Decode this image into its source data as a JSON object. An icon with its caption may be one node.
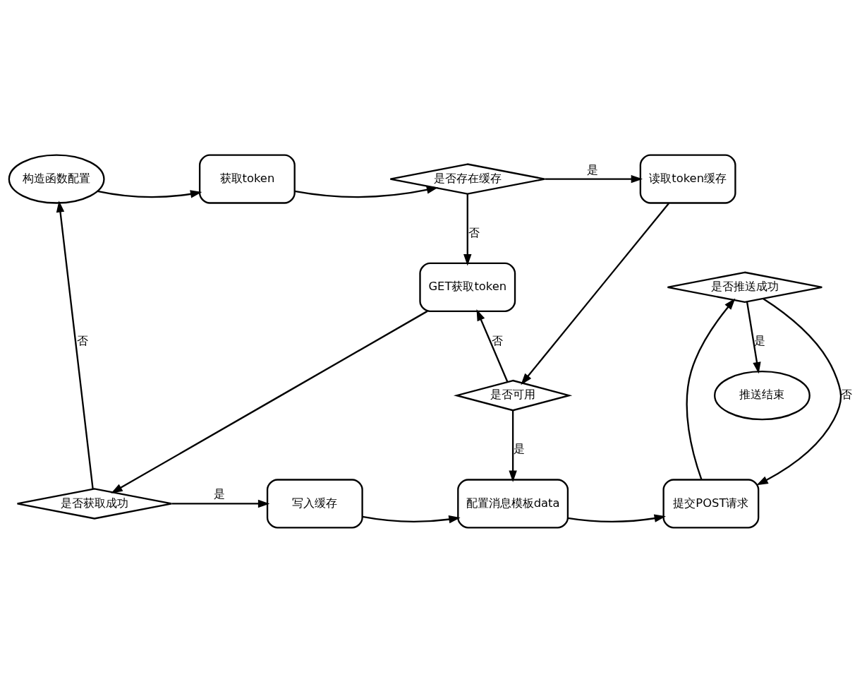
{
  "diagram": {
    "nodes": [
      {
        "text": [
          "构造函数配置"
        ]
      },
      {
        "text": [
          "获取token"
        ]
      },
      {
        "text": [
          "是否存在缓存"
        ]
      },
      {
        "text": [
          "读取token缓存"
        ]
      },
      {
        "text": [
          "是否可用"
        ]
      },
      {
        "text": [
          "GET获取token"
        ]
      },
      {
        "text": [
          "是否获取成功"
        ]
      },
      {
        "text": [
          "写入缓存"
        ]
      },
      {
        "text": [
          "配置消息模板data"
        ]
      },
      {
        "text": [
          "提交POST请求"
        ]
      },
      {
        "text": [
          "是否推送成功"
        ]
      },
      {
        "text": [
          "推送结束"
        ]
      }
    ],
    "edges": [
      {
        "from": 0,
        "to": 1,
        "arrow": "to"
      },
      {
        "from": 1,
        "to": 2,
        "arrow": "to"
      },
      {
        "from": 2,
        "to": 3,
        "arrow": "to",
        "label": "是"
      },
      {
        "from": 2,
        "to": 5,
        "arrow": "to",
        "label": "否"
      },
      {
        "from": 3,
        "to": 4,
        "arrow": "to"
      },
      {
        "from": 4,
        "to": 8,
        "arrow": "to",
        "label": "是"
      },
      {
        "from": 4,
        "to": 5,
        "arrow": "to",
        "label": "否"
      },
      {
        "from": 5,
        "to": 6,
        "arrow": "to"
      },
      {
        "from": 6,
        "to": 7,
        "arrow": "to",
        "label": "是"
      },
      {
        "from": 6,
        "to": 0,
        "arrow": "to",
        "label": "否"
      },
      {
        "from": 7,
        "to": 8,
        "arrow": "to"
      },
      {
        "from": 8,
        "to": 9,
        "arrow": "to"
      },
      {
        "from": 9,
        "to": 10,
        "arrow": "to"
      },
      {
        "from": 10,
        "to": 11,
        "arrow": "to",
        "label": "是"
      },
      {
        "from": 10,
        "to": 9,
        "arrow": "to",
        "label": "否"
      }
    ]
  }
}
